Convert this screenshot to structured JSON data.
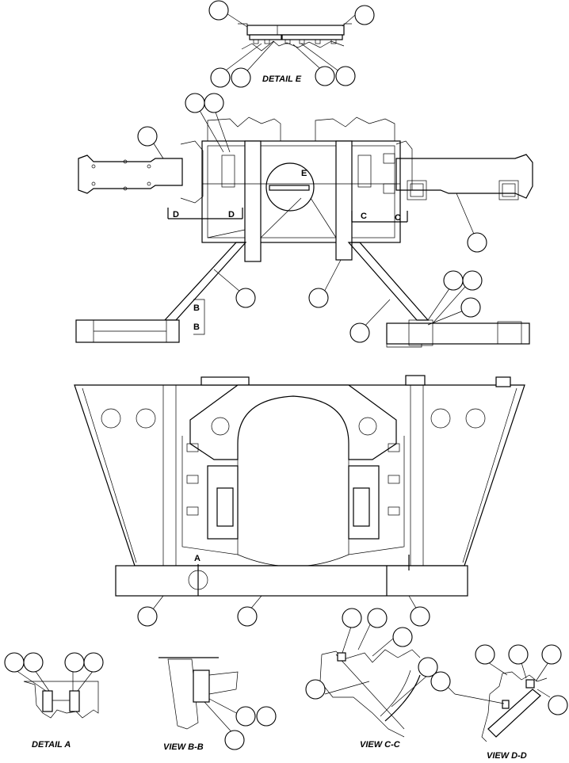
{
  "labels": {
    "detail_e": "DETAIL E",
    "detail_a": "DETAIL A",
    "view_bb": "VIEW  B-B",
    "view_cc": "VIEW C-C",
    "view_dd": "VIEW D-D",
    "sec_e": "E",
    "sec_d": "D",
    "sec_c": "C",
    "sec_b": "B",
    "sec_a": "A"
  }
}
